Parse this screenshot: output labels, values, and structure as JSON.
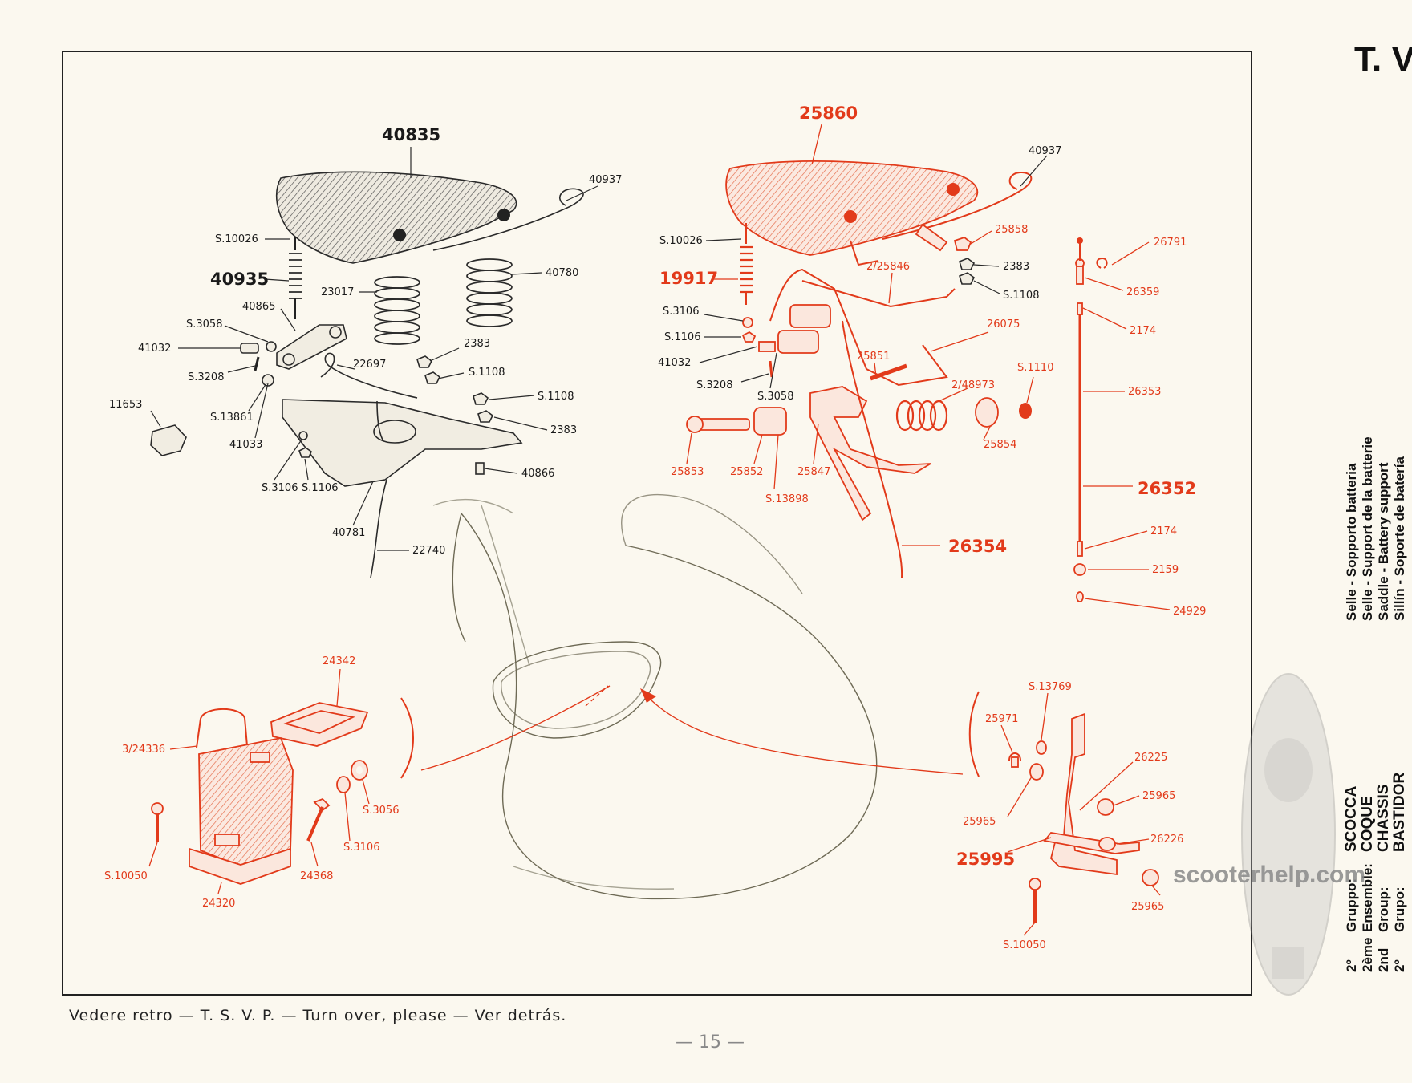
{
  "section_code": "T. V",
  "footer_text": "Vedere retro — T. S. V. P. — Turn over, please — Ver detrás.",
  "page_number": "— 15 —",
  "watermark": "scooterhelp.com",
  "side_titles": {
    "group_lines": [
      "Selle - Sopporto batteria",
      "Selle - Support de la batterie",
      "Saddle - Battery support",
      "Sillín - Soporte de batería"
    ],
    "ordinals": [
      "2º",
      "2ème",
      "2nd",
      "2º"
    ],
    "group_words": [
      "Gruppo:",
      "Ensemble:",
      "Group:",
      "Grupo:"
    ],
    "group_names": [
      "SCOCCA",
      "COQUE",
      "CHASSIS",
      "BASTIDOR"
    ]
  },
  "colors": {
    "black_parts": "#1a1a1a",
    "red_parts": "#e23a1a",
    "paper": "#fbf8ef"
  },
  "labels": {
    "l40835": "40835",
    "l40937a": "40937",
    "s10026a": "S.10026",
    "l40935": "40935",
    "l23017": "23017",
    "l40780": "40780",
    "l40865": "40865",
    "s3058a": "S.3058",
    "l41032a": "41032",
    "s3208a": "S.3208",
    "s13861": "S.13861",
    "l41033": "41033",
    "l11653": "11653",
    "l22697": "22697",
    "l2383a": "2383",
    "s1108a": "S.1108",
    "s1108b": "S.1108",
    "l2383b": "2383",
    "s3106a": "S.3106",
    "s1106a": "S.1106",
    "l40866": "40866",
    "l40781": "40781",
    "l22740": "22740",
    "l25860": "25860",
    "l40937b": "40937",
    "s10026b": "S.10026",
    "l19917": "19917",
    "l25858": "25858",
    "l2_25846": "2/25846",
    "l2383c": "2383",
    "s1108c": "S.1108",
    "s3106b": "S.3106",
    "s1106b": "S.1106",
    "l41032b": "41032",
    "s3208b": "S.3208",
    "s3058b": "S.3058",
    "l26075": "26075",
    "l25851": "25851",
    "l2_48973": "2/48973",
    "s1110": "S.1110",
    "l25854": "25854",
    "l25853": "25853",
    "l25852": "25852",
    "l25847": "25847",
    "s13898": "S.13898",
    "l26354": "26354",
    "l26791": "26791",
    "l26359": "26359",
    "l2174a": "2174",
    "l26353": "26353",
    "l26352": "26352",
    "l2174b": "2174",
    "l2159": "2159",
    "l24929": "24929",
    "l24342": "24342",
    "l3_24336": "3/24336",
    "s3056": "S.3056",
    "s3106c": "S.3106",
    "s10050a": "S.10050",
    "l24320": "24320",
    "l24368": "24368",
    "s13769": "S.13769",
    "l25971": "25971",
    "l26225": "26225",
    "l25965a": "25965",
    "l25965b": "25965",
    "l26226": "26226",
    "l25995": "25995",
    "l25965c": "25965",
    "s10050b": "S.10050"
  }
}
